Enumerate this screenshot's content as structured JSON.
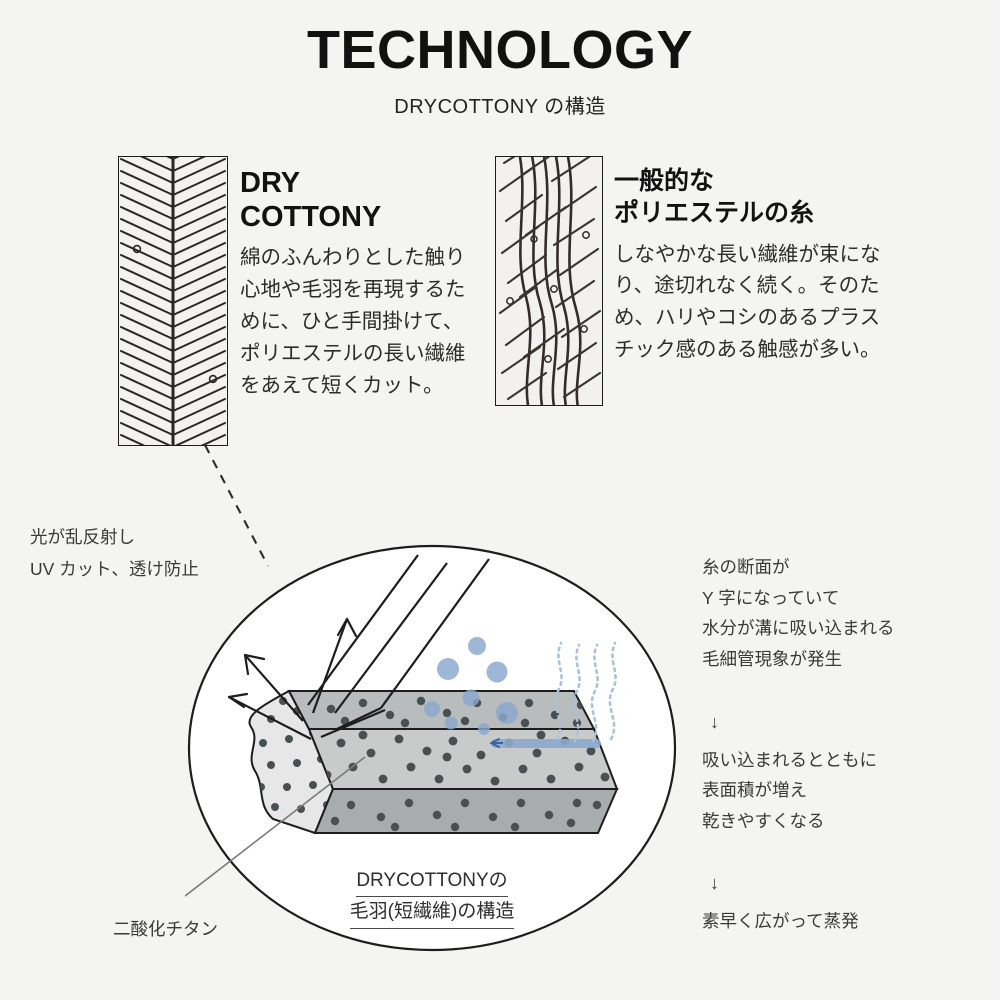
{
  "header": {
    "title": "TECHNOLOGY",
    "subtitle": "DRYCOTTONY の構造"
  },
  "comparison": {
    "left": {
      "image_name": "dry-cottony-fiber-photo",
      "heading_line1": "DRY",
      "heading_line2": "COTTONY",
      "body": "綿のふんわりとした触り心地や毛羽を再現するために、ひと手間掛けて、ポリエステルの長い繊維をあえて短くカット。"
    },
    "right": {
      "image_name": "standard-polyester-fiber-photo",
      "heading_line1": "一般的な",
      "heading_line2": "ポリエステルの糸",
      "body": "しなやかな長い繊維が束になり、途切れなく続く。そのため、ハリやコシのあるプラスチック感のある触感が多い。"
    }
  },
  "annotations": {
    "uv": {
      "line1": "光が乱反射し",
      "line2": "UV カット、透け防止"
    },
    "right_flow": [
      {
        "lines": [
          "糸の断面が",
          "Y 字になっていて",
          "水分が溝に吸い込まれる",
          "毛細管現象が発生"
        ]
      },
      {
        "lines": [
          "吸い込まれるとともに",
          "表面積が増え",
          "乾きやすくなる"
        ]
      },
      {
        "lines": [
          "素早く広がって蒸発"
        ]
      }
    ],
    "arrow_glyph": "↓",
    "titanium_dioxide": "二酸化チタン"
  },
  "diagram": {
    "caption_line1": "DRYCOTTONYの",
    "caption_line2": "毛羽(短繊維)の構造",
    "colors": {
      "background": "#f4f4f3",
      "ink": "#1d1d1d",
      "fiber_top_face": "#b9bcbc",
      "fiber_front_face": "#c9cbcb",
      "fiber_bottom_face": "#a9acac",
      "fiber_end_face": "#e6e7e6",
      "particle": "#4a4f52",
      "water": "#8ba8cf",
      "vapor": "#aac0db"
    }
  }
}
